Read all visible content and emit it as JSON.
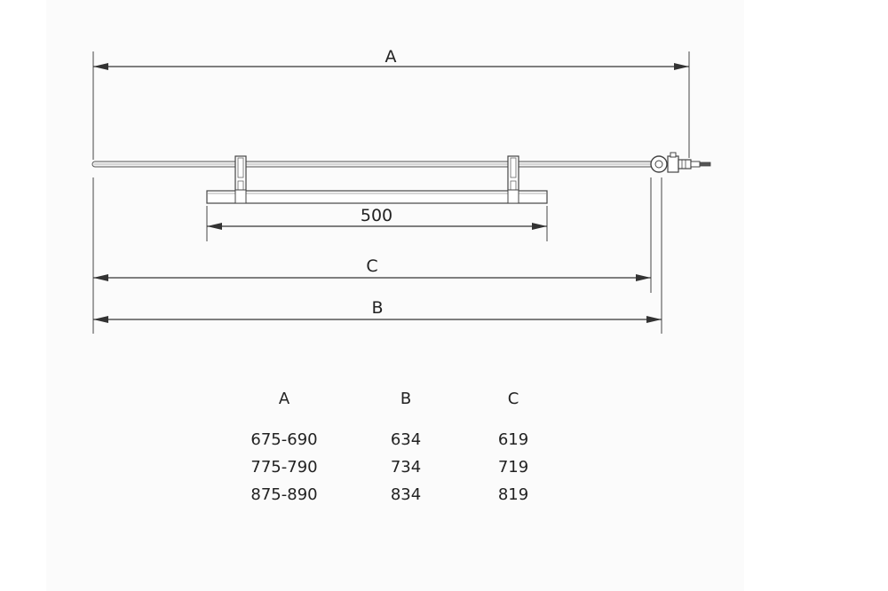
{
  "drawing": {
    "dim_a_label": "A",
    "dim_b_label": "B",
    "dim_c_label": "C",
    "dim_500_label": "500"
  },
  "table": {
    "headers": [
      "A",
      "B",
      "C"
    ],
    "rows": [
      [
        "675-690",
        "634",
        "619"
      ],
      [
        "775-790",
        "734",
        "719"
      ],
      [
        "875-890",
        "834",
        "819"
      ]
    ]
  }
}
